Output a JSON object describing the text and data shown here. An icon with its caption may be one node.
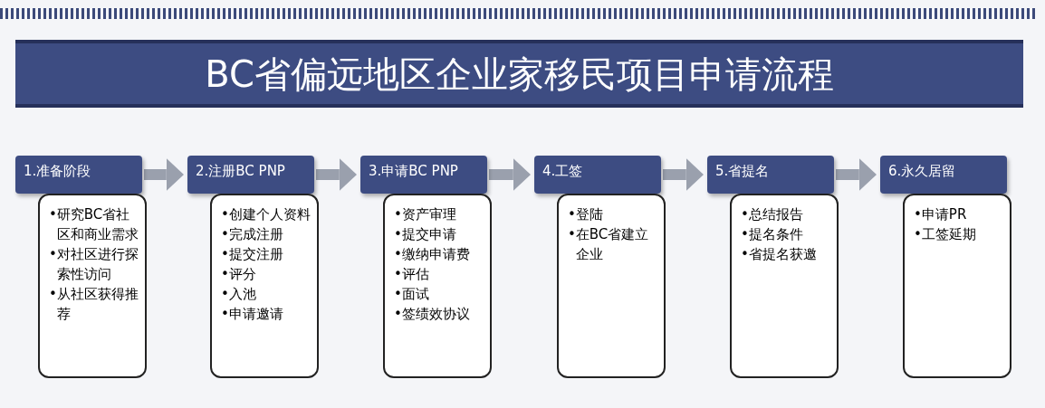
{
  "diagram": {
    "title": "BC省偏远地区企业家移民项目申请流程",
    "nodes": [
      {
        "text": [
          "1.准备阶段"
        ]
      },
      {
        "text": [
          "•研究BC省社区和商业需求",
          "•对社区进行探索性访问",
          "•从社区获得推荐"
        ]
      },
      {
        "text": [
          "2.注册BC PNP"
        ]
      },
      {
        "text": [
          "•创建个人资料",
          "•完成注册",
          "•提交注册",
          "•评分",
          "•入池",
          "•申请邀请"
        ]
      },
      {
        "text": [
          "3.申请BC PNP"
        ]
      },
      {
        "text": [
          "•资产审理",
          "•提交申请",
          "•缴纳申请费",
          "•评估",
          "•面试",
          "•签绩效协议"
        ]
      },
      {
        "text": [
          "4.工签"
        ]
      },
      {
        "text": [
          "•登陆",
          "•在BC省建立企业"
        ]
      },
      {
        "text": [
          "5.省提名"
        ]
      },
      {
        "text": [
          "•总结报告",
          "•提名条件",
          "•省提名获邀"
        ]
      },
      {
        "text": [
          "6.永久居留"
        ]
      },
      {
        "text": [
          "•申请PR",
          "•工签延期"
        ]
      }
    ],
    "edges": [
      {
        "from": 0,
        "to": 2,
        "arrow": "to"
      },
      {
        "from": 2,
        "to": 4,
        "arrow": "to"
      },
      {
        "from": 4,
        "to": 6,
        "arrow": "to"
      },
      {
        "from": 6,
        "to": 8,
        "arrow": "to"
      },
      {
        "from": 8,
        "to": 10,
        "arrow": "to"
      }
    ]
  }
}
